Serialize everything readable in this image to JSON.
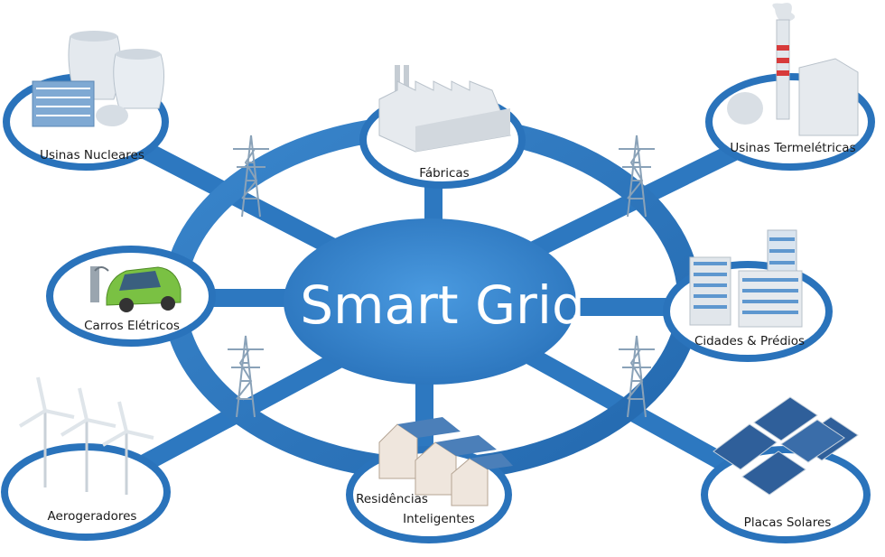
{
  "title": "Smart Grid",
  "nodes": {
    "nuclear": {
      "label": "Usinas Nucleares",
      "icon": "nuclear-plant-icon"
    },
    "factories": {
      "label": "Fábricas",
      "icon": "factory-icon"
    },
    "thermal": {
      "label": "Usinas Termelétricas",
      "icon": "thermal-plant-icon"
    },
    "ev": {
      "label": "Carros Elétricos",
      "icon": "electric-car-icon"
    },
    "cities": {
      "label": "Cidades & Prédios",
      "icon": "city-buildings-icon"
    },
    "wind": {
      "label": "Aerogeradores",
      "icon": "wind-turbine-icon"
    },
    "homes": {
      "label_line1": "Residências",
      "label_line2": "Inteligentes",
      "icon": "smart-homes-icon"
    },
    "solar": {
      "label": "Placas Solares",
      "icon": "solar-panel-icon"
    }
  },
  "colors": {
    "ring": "#2f7cc4",
    "ring_dark": "#1d5fa3",
    "center": "#3b8bd0",
    "node_fill": "#ffffff"
  }
}
